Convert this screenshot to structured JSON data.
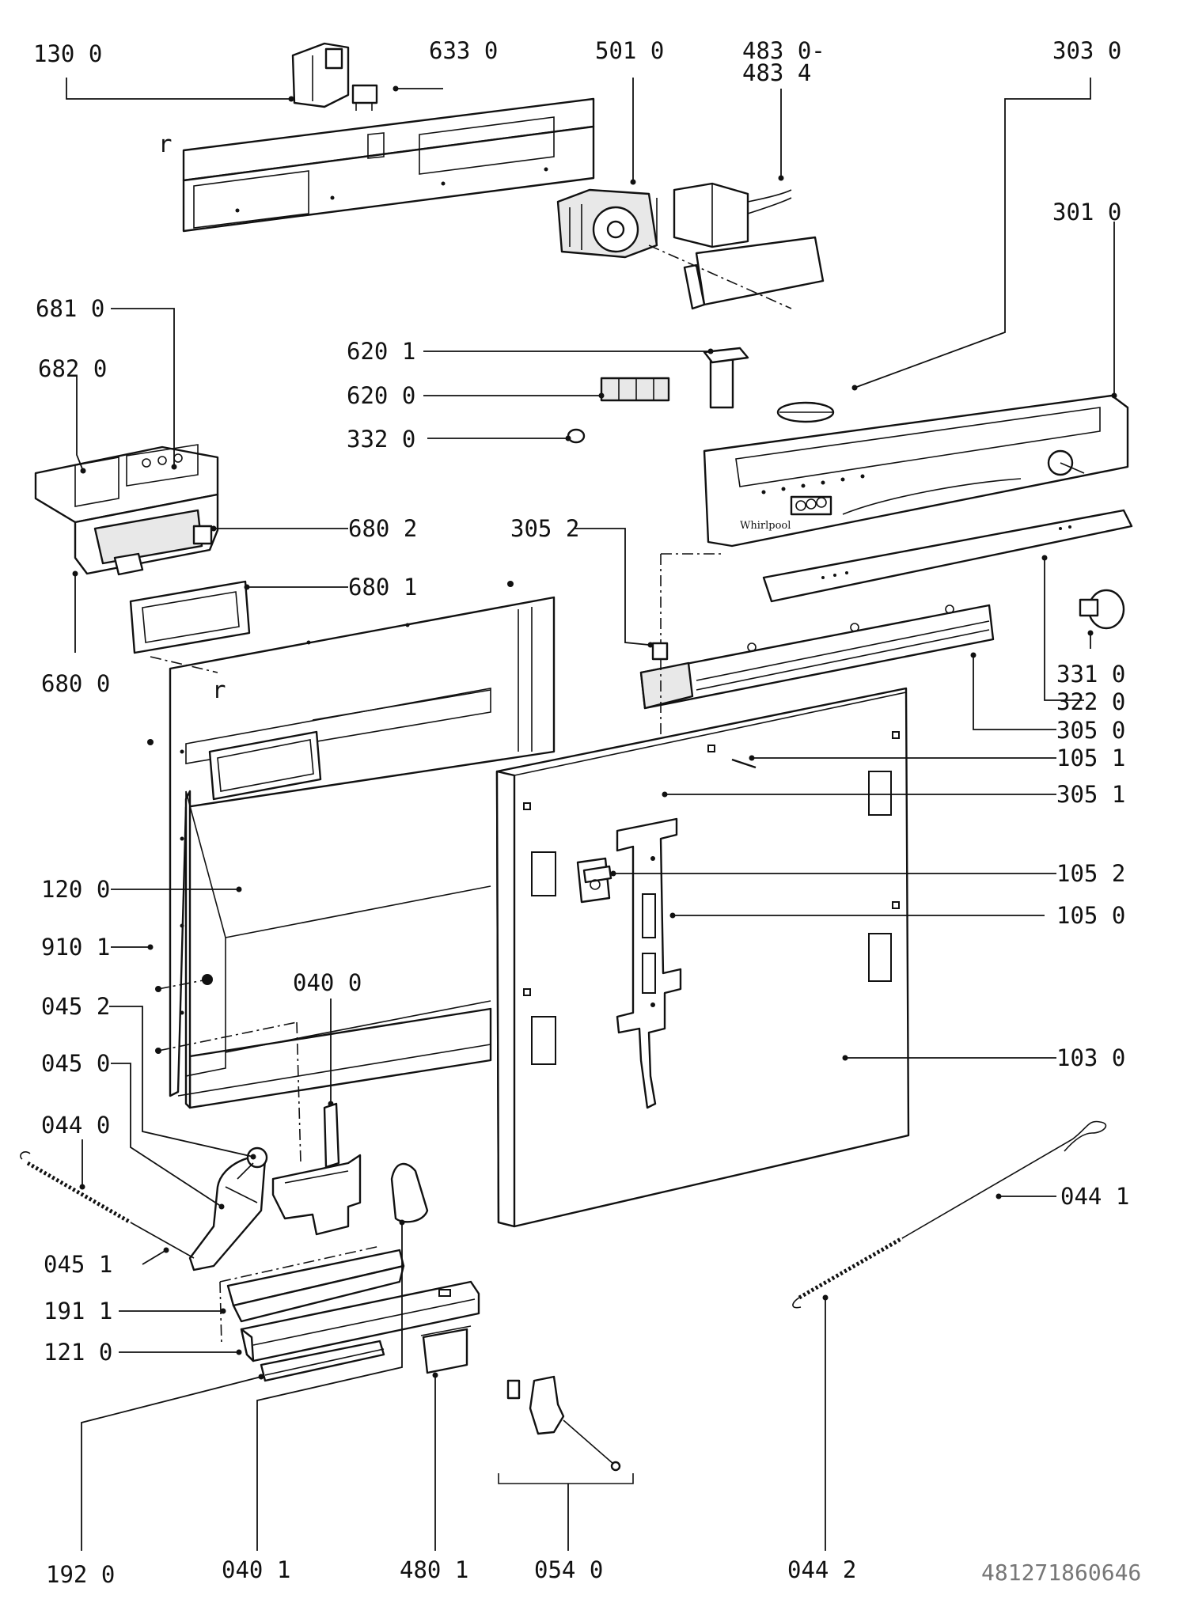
{
  "labels": {
    "p130_0": "130 0",
    "p633_0": "633 0",
    "p501_0": "501 0",
    "p483_0": "483 0-",
    "p483_4": "483 4",
    "p303_0": "303 0",
    "p301_0": "301 0",
    "p681_0": "681 0",
    "p682_0": "682 0",
    "p620_1": "620 1",
    "p620_0": "620 0",
    "p332_0": "332 0",
    "p680_2": "680 2",
    "p305_2": "305 2",
    "p680_1": "680 1",
    "p680_0": "680 0",
    "p331_0": "331 0",
    "p322_0": "322 0",
    "p305_0": "305 0",
    "p105_1": "105 1",
    "p305_1": "305 1",
    "p105_2": "105 2",
    "p105_0": "105 0",
    "p120_0": "120 0",
    "p910_1": "910 1",
    "p040_0": "040 0",
    "p045_2": "045 2",
    "p045_0": "045 0",
    "p103_0": "103 0",
    "p044_0": "044 0",
    "p044_1": "044 1",
    "p045_1": "045 1",
    "p191_1": "191 1",
    "p121_0": "121 0",
    "p192_0": "192 0",
    "p040_1": "040 1",
    "p480_1": "480 1",
    "p054_0": "054 0",
    "p044_2": "044 2"
  },
  "marks": {
    "r_top": "r",
    "r_mid": "r",
    "brand": "Whirlpool"
  },
  "document_number": "481271860646"
}
